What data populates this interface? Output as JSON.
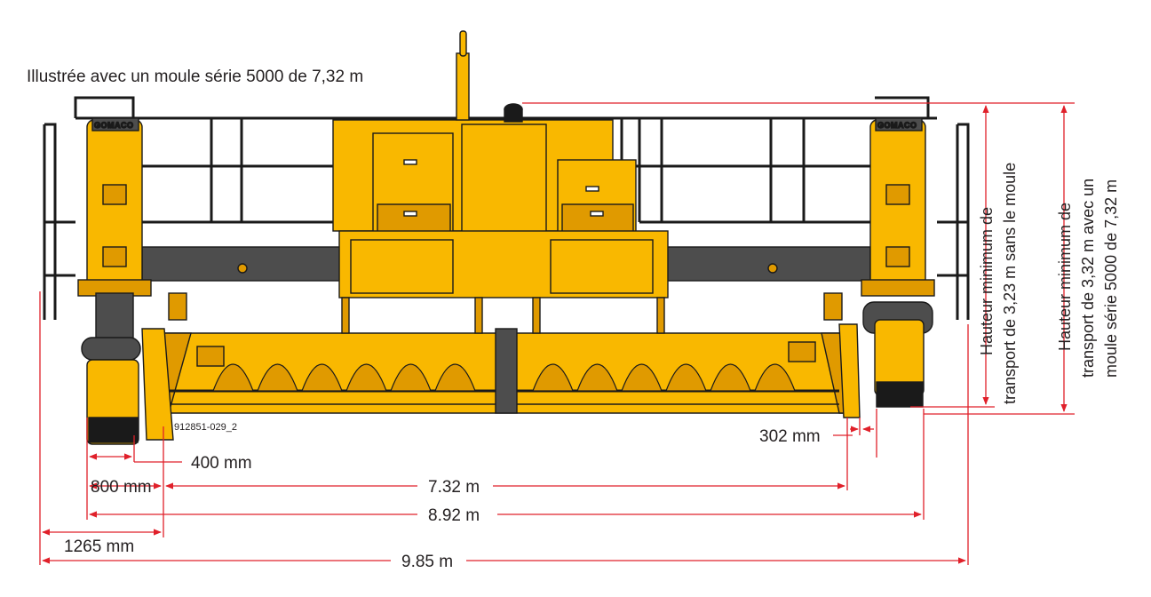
{
  "caption": "Illustrée avec un moule série 5000 de 7,32 m",
  "drawing_id": "912851-029_2",
  "brand": "GOMACO",
  "colors": {
    "machine_yellow": "#f9b800",
    "machine_shade": "#e09a00",
    "frame_gray": "#4d4d4d",
    "outline": "#1a1a1a",
    "dimension_red": "#e0202a"
  },
  "dimensions": {
    "track_width": "400 mm",
    "left_track_span": "800 mm",
    "mold_width": "7.32 m",
    "outer_track_width": "8.92 m",
    "left_overhang": "1265 mm",
    "overall_width": "9.85 m",
    "right_offset": "302 mm"
  },
  "heights": {
    "without_mold": [
      "Hauteur minimum de",
      "transport de 3,23 m sans le moule"
    ],
    "with_mold": [
      "Hauteur minimum de",
      "transport de 3,32 m avec un",
      "moule série 5000 de 7,32 m"
    ]
  }
}
